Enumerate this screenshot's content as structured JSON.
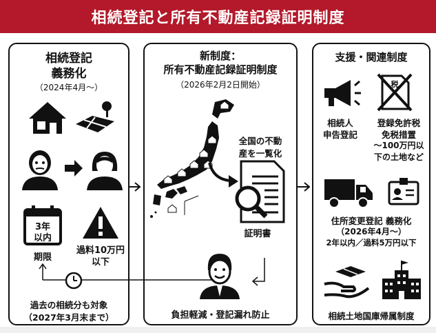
{
  "banner": {
    "title": "相続登記と所有不動産記録証明制度"
  },
  "panel1": {
    "title_line1": "相続登記",
    "title_line2": "義務化",
    "date": "（2024年4月〜）",
    "deadline_box_line1": "3年",
    "deadline_box_line2": "以内",
    "deadline_label": "期限",
    "fine_line1": "過料10万円",
    "fine_line2": "以下",
    "note_line1": "過去の相続分も対象",
    "note_line2": "（2027年3月末まで）"
  },
  "panel2": {
    "title_line1": "新制度：",
    "title_line2": "所有不動産記録証明制度",
    "date": "（2026年2月2日開始）",
    "callout_line1": "全国の不動",
    "callout_line2": "産を一覧化",
    "certificate_label": "証明書",
    "doc_icon_text": "",
    "benefit": "負担軽減・登記漏れ防止"
  },
  "panel3": {
    "title": "支援・関連制度",
    "item1_line1": "相続人",
    "item1_line2": "申告登記",
    "tax_icon_text": "税",
    "item2_line1": "登録免許税",
    "item2_line2": "免税措置",
    "item2_line3": "〜100万円以",
    "item2_line4": "下の土地など",
    "item3_line1": "住所変更登記 義務化",
    "item3_line2": "（2026年4月〜）",
    "item3_line3": "2年以内／過料5万円以下",
    "item4": "相続土地国庫帰属制度"
  },
  "colors": {
    "banner": "#b3192a",
    "ink": "#111111"
  }
}
